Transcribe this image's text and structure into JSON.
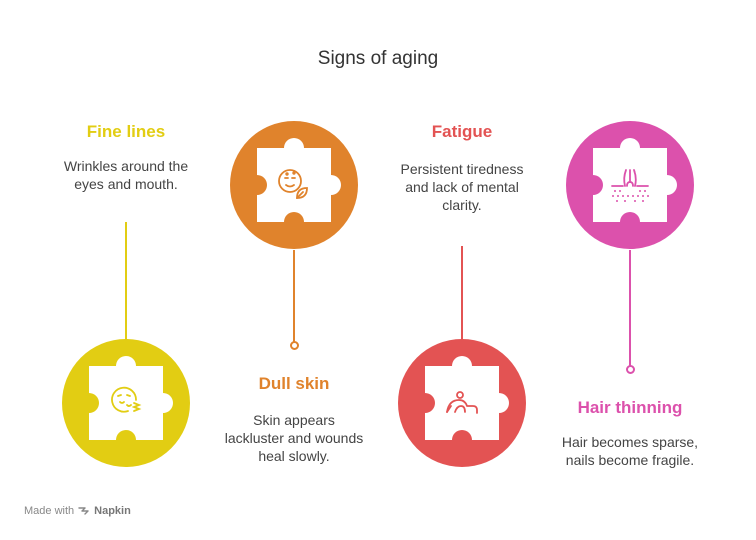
{
  "title": "Signs of aging",
  "items": [
    {
      "heading": "Fine lines",
      "desc": [
        "Wrinkles around the",
        "eyes and mouth."
      ],
      "color": "#e2cd13",
      "icon": "face-wrinkle-icon"
    },
    {
      "heading": "Dull skin",
      "desc": [
        "Skin appears",
        "lackluster and wounds",
        "heal slowly."
      ],
      "color": "#e0832c",
      "icon": "face-leaf-icon"
    },
    {
      "heading": "Fatigue",
      "desc": [
        "Persistent tiredness",
        "and lack of mental",
        "clarity."
      ],
      "color": "#e35353",
      "icon": "tired-person-icon"
    },
    {
      "heading": "Hair thinning",
      "desc": [
        "Hair becomes sparse,",
        "nails become fragile."
      ],
      "color": "#dc51ac",
      "icon": "hair-follicle-icon"
    }
  ],
  "footer": {
    "made_with": "Made with",
    "brand": "Napkin"
  }
}
